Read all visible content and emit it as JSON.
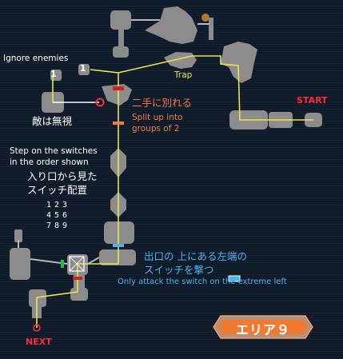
{
  "labels": {
    "start": "START",
    "next": "NEXT",
    "trap": "Trap",
    "ignore_enemies_en": "Ignore enemies",
    "ignore_enemies_jp": "敵は無視",
    "split_jp": "二手に別れる",
    "split_en_1": "Split up into",
    "split_en_2": "groups of 2",
    "switches_en_1": "Step on the switches",
    "switches_en_2": "in the order shown",
    "switches_jp_1": "入り口から見た",
    "switches_jp_2": "スイッチ配置",
    "exit_jp_1": "出口の 上にある左端の",
    "exit_jp_2": "スイッチを撃つ",
    "exit_en": "Only attack the switch on the extreme left",
    "area": "エリア９",
    "switch_one_a": "1",
    "switch_one_b": "1"
  },
  "switch_grid": [
    "123",
    "456",
    "789"
  ],
  "colors": {
    "background": "#0f1a28",
    "room": "#8c8c8c",
    "path": "#e7e357",
    "start": "#ff2a3a",
    "orange": "#f07a4a",
    "blue": "#4bb4f0",
    "badge": "#f07a32"
  }
}
